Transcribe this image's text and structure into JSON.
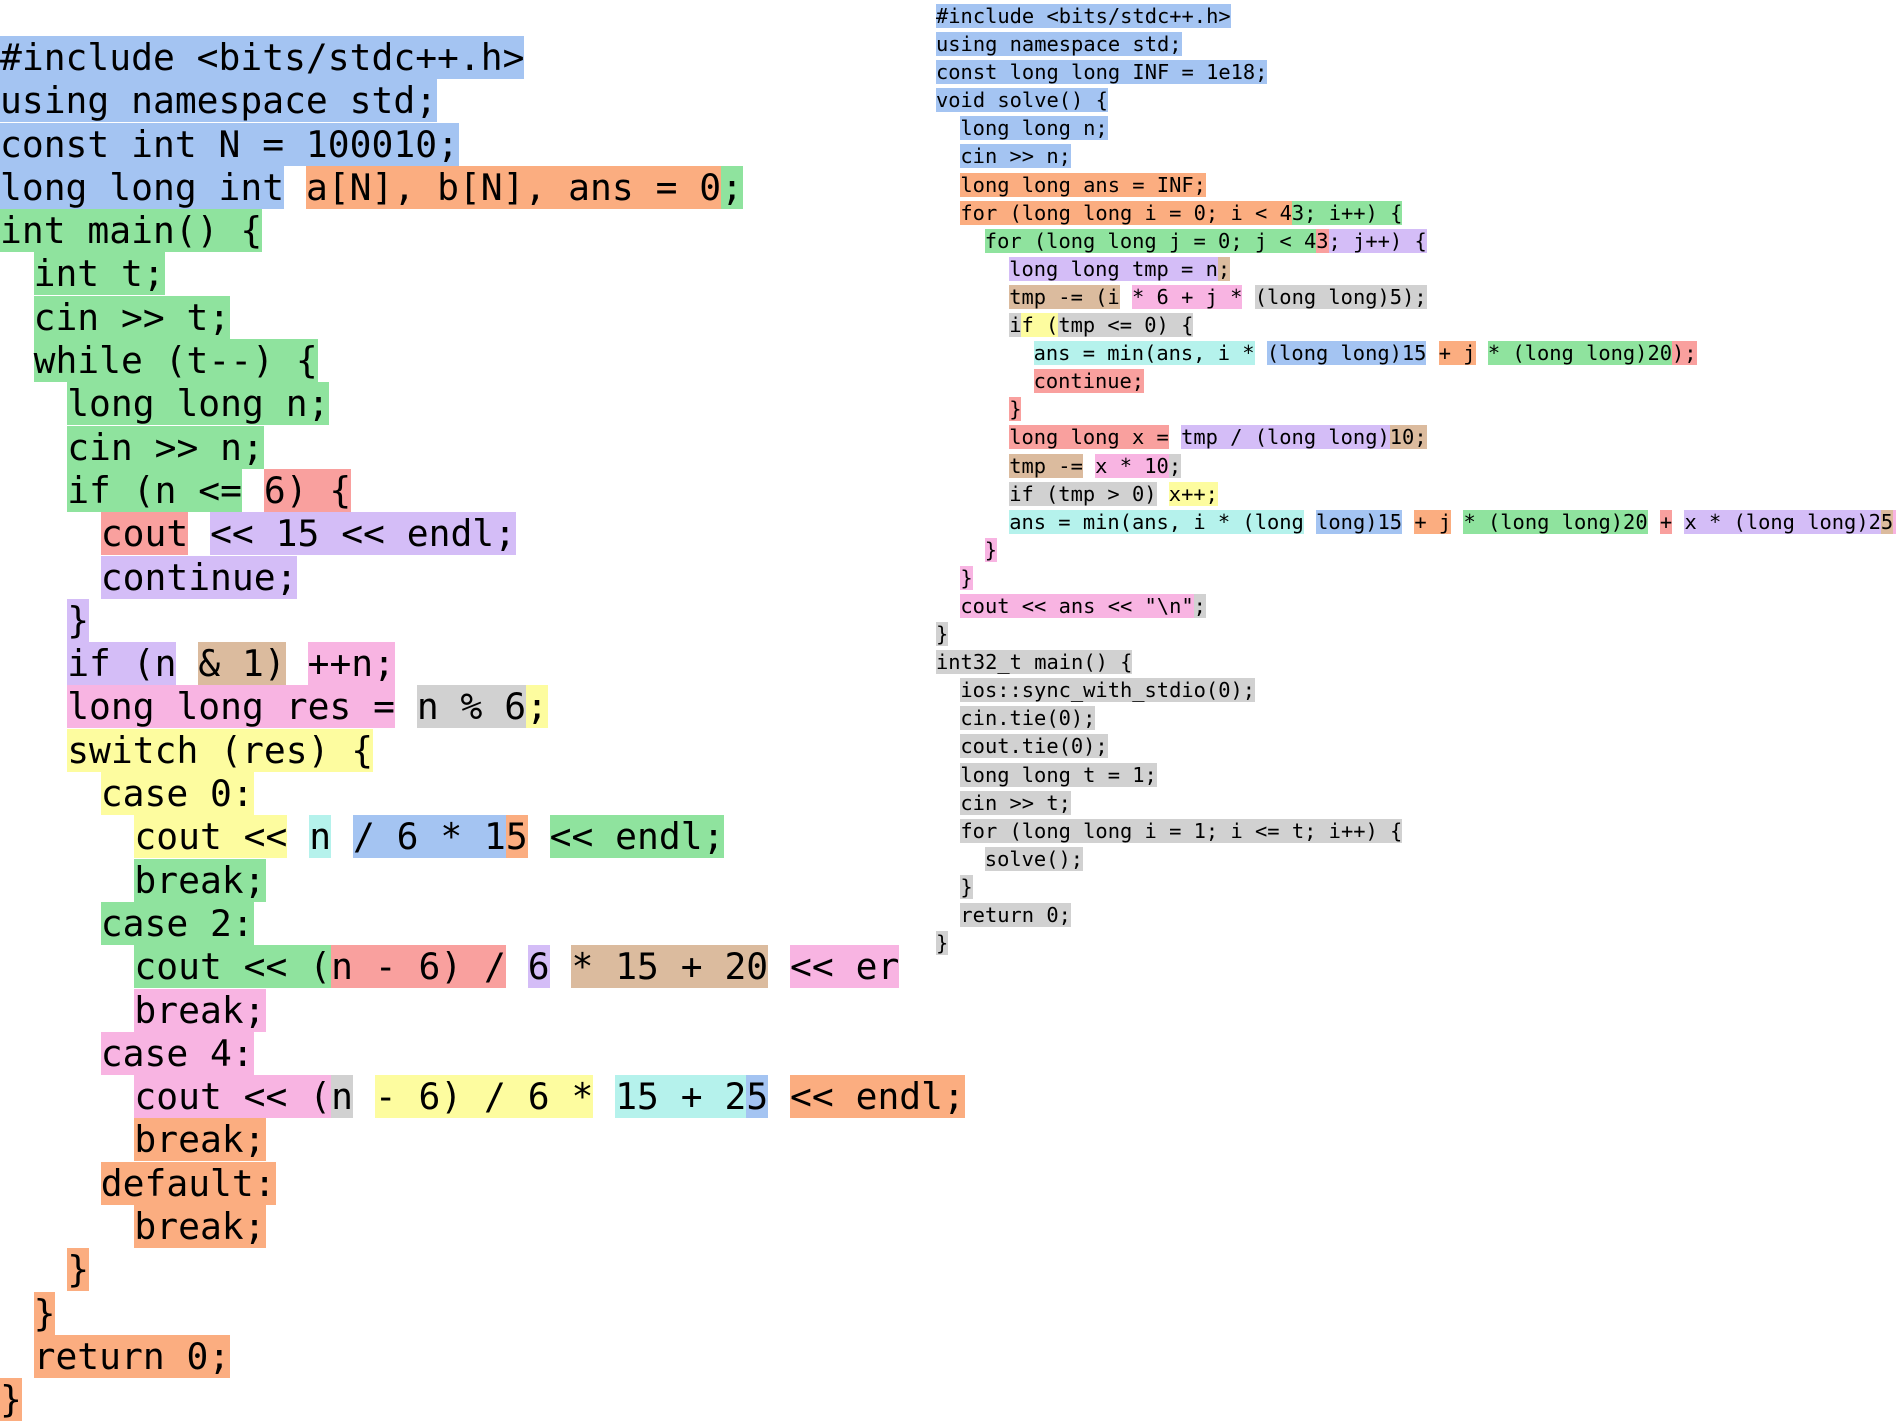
{
  "colors": {
    "blue": "#a4c4f2",
    "orange": "#fbad80",
    "green": "#8fe39e",
    "red": "#f9a09e",
    "purple": "#d4bdf7",
    "tan": "#dbbb9e",
    "pink": "#f8b4e2",
    "gray": "#d1d1d1",
    "yellow": "#fdfc9f",
    "cyan": "#b5f2ec"
  },
  "left_code": {
    "lines": [
      {
        "indent": 0,
        "segs": [
          {
            "t": "#include <bits/stdc++.h>",
            "c": "blue"
          }
        ]
      },
      {
        "indent": 0,
        "segs": [
          {
            "t": "using namespace std;",
            "c": "blue"
          }
        ]
      },
      {
        "indent": 0,
        "segs": [
          {
            "t": "const int N = 100010;",
            "c": "blue"
          }
        ]
      },
      {
        "indent": 0,
        "segs": [
          {
            "t": "long long int",
            "c": "blue"
          },
          {
            "t": " ",
            "c": "none"
          },
          {
            "t": "a[N], b[N], ans = 0",
            "c": "orange"
          },
          {
            "t": ";",
            "c": "green"
          }
        ]
      },
      {
        "indent": 0,
        "segs": [
          {
            "t": "int main() {",
            "c": "green"
          }
        ]
      },
      {
        "indent": 1,
        "segs": [
          {
            "t": "int t;",
            "c": "green"
          }
        ]
      },
      {
        "indent": 1,
        "segs": [
          {
            "t": "cin >> t;",
            "c": "green"
          }
        ]
      },
      {
        "indent": 1,
        "segs": [
          {
            "t": "while (t--) {",
            "c": "green"
          }
        ]
      },
      {
        "indent": 2,
        "segs": [
          {
            "t": "long long n;",
            "c": "green"
          }
        ]
      },
      {
        "indent": 2,
        "segs": [
          {
            "t": "cin >> n;",
            "c": "green"
          }
        ]
      },
      {
        "indent": 2,
        "segs": [
          {
            "t": "if (n <=",
            "c": "green"
          },
          {
            "t": " ",
            "c": "none"
          },
          {
            "t": "6) {",
            "c": "red"
          }
        ]
      },
      {
        "indent": 3,
        "segs": [
          {
            "t": "cout",
            "c": "red"
          },
          {
            "t": " ",
            "c": "none"
          },
          {
            "t": "<< 15 << endl;",
            "c": "purple"
          }
        ]
      },
      {
        "indent": 3,
        "segs": [
          {
            "t": "continue;",
            "c": "purple"
          }
        ]
      },
      {
        "indent": 2,
        "segs": [
          {
            "t": "}",
            "c": "purple"
          }
        ]
      },
      {
        "indent": 2,
        "segs": [
          {
            "t": "if (n",
            "c": "purple"
          },
          {
            "t": " ",
            "c": "none"
          },
          {
            "t": "& 1)",
            "c": "tan"
          },
          {
            "t": " ",
            "c": "none"
          },
          {
            "t": "++n;",
            "c": "pink"
          }
        ]
      },
      {
        "indent": 2,
        "segs": [
          {
            "t": "long long res =",
            "c": "pink"
          },
          {
            "t": " ",
            "c": "none"
          },
          {
            "t": "n % 6",
            "c": "gray"
          },
          {
            "t": ";",
            "c": "yellow"
          }
        ]
      },
      {
        "indent": 2,
        "segs": [
          {
            "t": "switch (res) {",
            "c": "yellow"
          }
        ]
      },
      {
        "indent": 3,
        "segs": [
          {
            "t": "case 0:",
            "c": "yellow"
          }
        ]
      },
      {
        "indent": 4,
        "segs": [
          {
            "t": "cout <<",
            "c": "yellow"
          },
          {
            "t": " ",
            "c": "none"
          },
          {
            "t": "n",
            "c": "cyan"
          },
          {
            "t": " ",
            "c": "none"
          },
          {
            "t": "/ 6 * 1",
            "c": "blue"
          },
          {
            "t": "5",
            "c": "orange"
          },
          {
            "t": " ",
            "c": "none"
          },
          {
            "t": "<< endl;",
            "c": "green"
          }
        ]
      },
      {
        "indent": 4,
        "segs": [
          {
            "t": "break;",
            "c": "green"
          }
        ]
      },
      {
        "indent": 3,
        "segs": [
          {
            "t": "case 2:",
            "c": "green"
          }
        ]
      },
      {
        "indent": 4,
        "segs": [
          {
            "t": "cout << (",
            "c": "green"
          },
          {
            "t": "n - 6) /",
            "c": "red"
          },
          {
            "t": " ",
            "c": "none"
          },
          {
            "t": "6",
            "c": "purple"
          },
          {
            "t": " ",
            "c": "none"
          },
          {
            "t": "* 15 + 20",
            "c": "tan"
          },
          {
            "t": " ",
            "c": "none"
          },
          {
            "t": "<< er",
            "c": "pink"
          }
        ]
      },
      {
        "indent": 4,
        "segs": [
          {
            "t": "break;",
            "c": "pink"
          }
        ]
      },
      {
        "indent": 3,
        "segs": [
          {
            "t": "case 4:",
            "c": "pink"
          }
        ]
      },
      {
        "indent": 4,
        "segs": [
          {
            "t": "cout << (",
            "c": "pink"
          },
          {
            "t": "n",
            "c": "gray"
          },
          {
            "t": " ",
            "c": "none"
          },
          {
            "t": "- 6) / 6 *",
            "c": "yellow"
          },
          {
            "t": " ",
            "c": "none"
          },
          {
            "t": "15 + 2",
            "c": "cyan"
          },
          {
            "t": "5",
            "c": "blue"
          },
          {
            "t": " ",
            "c": "none"
          },
          {
            "t": "<< endl;",
            "c": "orange"
          }
        ]
      },
      {
        "indent": 4,
        "segs": [
          {
            "t": "break;",
            "c": "orange"
          }
        ]
      },
      {
        "indent": 3,
        "segs": [
          {
            "t": "default:",
            "c": "orange"
          }
        ]
      },
      {
        "indent": 4,
        "segs": [
          {
            "t": "break;",
            "c": "orange"
          }
        ]
      },
      {
        "indent": 2,
        "segs": [
          {
            "t": "}",
            "c": "orange"
          }
        ]
      },
      {
        "indent": 1,
        "segs": [
          {
            "t": "}",
            "c": "orange"
          }
        ]
      },
      {
        "indent": 1,
        "segs": [
          {
            "t": "return 0;",
            "c": "orange"
          }
        ]
      },
      {
        "indent": 0,
        "segs": [
          {
            "t": "}",
            "c": "orange"
          }
        ]
      }
    ]
  },
  "right_code": {
    "lines": [
      {
        "indent": 0,
        "segs": [
          {
            "t": "#include <bits/stdc++.h>",
            "c": "blue"
          }
        ]
      },
      {
        "indent": 0,
        "segs": [
          {
            "t": "using namespace std;",
            "c": "blue"
          }
        ]
      },
      {
        "indent": 0,
        "segs": [
          {
            "t": "const long long INF = 1e18;",
            "c": "blue"
          }
        ]
      },
      {
        "indent": 0,
        "segs": [
          {
            "t": "void solve() {",
            "c": "blue"
          }
        ]
      },
      {
        "indent": 1,
        "segs": [
          {
            "t": "long long n;",
            "c": "blue"
          }
        ]
      },
      {
        "indent": 1,
        "segs": [
          {
            "t": "cin >> n;",
            "c": "blue"
          }
        ]
      },
      {
        "indent": 1,
        "segs": [
          {
            "t": "long long ans = INF;",
            "c": "orange"
          }
        ]
      },
      {
        "indent": 1,
        "segs": [
          {
            "t": "for (long long i = 0; i < 4",
            "c": "orange"
          },
          {
            "t": "3; i++) {",
            "c": "green"
          }
        ]
      },
      {
        "indent": 2,
        "segs": [
          {
            "t": "for (long long j = 0; j < 4",
            "c": "green"
          },
          {
            "t": "3",
            "c": "red"
          },
          {
            "t": "; j++) {",
            "c": "purple"
          }
        ]
      },
      {
        "indent": 3,
        "segs": [
          {
            "t": "long long tmp = n",
            "c": "purple"
          },
          {
            "t": ";",
            "c": "tan"
          }
        ]
      },
      {
        "indent": 3,
        "segs": [
          {
            "t": "tmp -= (i",
            "c": "tan"
          },
          {
            "t": " ",
            "c": "none"
          },
          {
            "t": "* 6 + j *",
            "c": "pink"
          },
          {
            "t": " ",
            "c": "none"
          },
          {
            "t": "(long long)5);",
            "c": "gray"
          }
        ]
      },
      {
        "indent": 3,
        "segs": [
          {
            "t": "i",
            "c": "gray"
          },
          {
            "t": "f (",
            "c": "yellow"
          },
          {
            "t": "tmp <= 0) {",
            "c": "gray"
          }
        ]
      },
      {
        "indent": 4,
        "segs": [
          {
            "t": "ans = min(ans, i *",
            "c": "cyan"
          },
          {
            "t": " ",
            "c": "none"
          },
          {
            "t": "(long long)15",
            "c": "blue"
          },
          {
            "t": " ",
            "c": "none"
          },
          {
            "t": "+ j",
            "c": "orange"
          },
          {
            "t": " ",
            "c": "none"
          },
          {
            "t": "* (long long)20",
            "c": "green"
          },
          {
            "t": ");",
            "c": "red"
          }
        ]
      },
      {
        "indent": 4,
        "segs": [
          {
            "t": "continue;",
            "c": "red"
          }
        ]
      },
      {
        "indent": 3,
        "segs": [
          {
            "t": "}",
            "c": "red"
          }
        ]
      },
      {
        "indent": 3,
        "segs": [
          {
            "t": "long long x =",
            "c": "red"
          },
          {
            "t": " ",
            "c": "none"
          },
          {
            "t": "tmp / (long long)",
            "c": "purple"
          },
          {
            "t": "10;",
            "c": "tan"
          }
        ]
      },
      {
        "indent": 3,
        "segs": [
          {
            "t": "tmp -=",
            "c": "tan"
          },
          {
            "t": " ",
            "c": "none"
          },
          {
            "t": "x * 10",
            "c": "pink"
          },
          {
            "t": ";",
            "c": "gray"
          }
        ]
      },
      {
        "indent": 3,
        "segs": [
          {
            "t": "if (tmp > 0)",
            "c": "gray"
          },
          {
            "t": " ",
            "c": "none"
          },
          {
            "t": "x++;",
            "c": "yellow"
          }
        ]
      },
      {
        "indent": 3,
        "segs": [
          {
            "t": "ans = min(ans, i * (long",
            "c": "cyan"
          },
          {
            "t": " ",
            "c": "none"
          },
          {
            "t": "long)15",
            "c": "blue"
          },
          {
            "t": " ",
            "c": "none"
          },
          {
            "t": "+ j",
            "c": "orange"
          },
          {
            "t": " ",
            "c": "none"
          },
          {
            "t": "* (long long)20",
            "c": "green"
          },
          {
            "t": " ",
            "c": "none"
          },
          {
            "t": "+",
            "c": "red"
          },
          {
            "t": " ",
            "c": "none"
          },
          {
            "t": "x * (long long)2",
            "c": "purple"
          },
          {
            "t": "5",
            "c": "tan"
          },
          {
            "t": ");",
            "c": "pink"
          }
        ]
      },
      {
        "indent": 2,
        "segs": [
          {
            "t": "}",
            "c": "pink"
          }
        ]
      },
      {
        "indent": 1,
        "segs": [
          {
            "t": "}",
            "c": "pink"
          }
        ]
      },
      {
        "indent": 1,
        "segs": [
          {
            "t": "cout << ans << \"\\n\"",
            "c": "pink"
          },
          {
            "t": ";",
            "c": "gray"
          }
        ]
      },
      {
        "indent": 0,
        "segs": [
          {
            "t": "}",
            "c": "gray"
          }
        ]
      },
      {
        "indent": 0,
        "segs": [
          {
            "t": "int32_t main() {",
            "c": "gray"
          }
        ]
      },
      {
        "indent": 1,
        "segs": [
          {
            "t": "ios::sync_with_stdio(0);",
            "c": "gray"
          }
        ]
      },
      {
        "indent": 1,
        "segs": [
          {
            "t": "cin.tie(0);",
            "c": "gray"
          }
        ]
      },
      {
        "indent": 1,
        "segs": [
          {
            "t": "cout.tie(0);",
            "c": "gray"
          }
        ]
      },
      {
        "indent": 1,
        "segs": [
          {
            "t": "long long t = 1;",
            "c": "gray"
          }
        ]
      },
      {
        "indent": 1,
        "segs": [
          {
            "t": "cin >> t;",
            "c": "gray"
          }
        ]
      },
      {
        "indent": 1,
        "segs": [
          {
            "t": "for (long long i = 1; i <= t; i++) {",
            "c": "gray"
          }
        ]
      },
      {
        "indent": 2,
        "segs": [
          {
            "t": "solve();",
            "c": "gray"
          }
        ]
      },
      {
        "indent": 1,
        "segs": [
          {
            "t": "}",
            "c": "gray"
          }
        ]
      },
      {
        "indent": 1,
        "segs": [
          {
            "t": "return 0;",
            "c": "gray"
          }
        ]
      },
      {
        "indent": 0,
        "segs": [
          {
            "t": "}",
            "c": "gray"
          }
        ]
      }
    ]
  }
}
